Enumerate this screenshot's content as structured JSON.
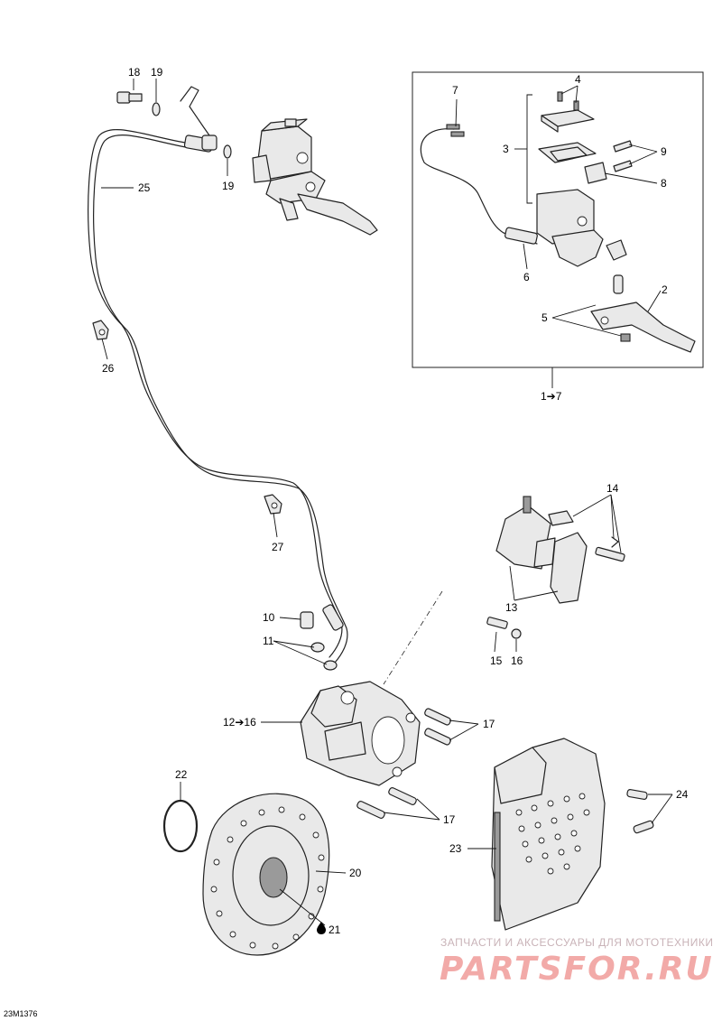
{
  "diagram_code": "23M1376",
  "callouts": {
    "c1_7": "1➔7",
    "c2": "2",
    "c3": "3",
    "c4": "4",
    "c5": "5",
    "c6": "6",
    "c7": "7",
    "c8": "8",
    "c9": "9",
    "c10": "10",
    "c11": "11",
    "c12_16": "12➔16",
    "c13": "13",
    "c14": "14",
    "c15": "15",
    "c16": "16",
    "c17a": "17",
    "c17b": "17",
    "c18": "18",
    "c19a": "19",
    "c19b": "19",
    "c20": "20",
    "c21": "21",
    "c22": "22",
    "c23": "23",
    "c24": "24",
    "c25": "25",
    "c26": "26",
    "c27": "27"
  },
  "watermark": {
    "tagline": "ЗАПЧАСТИ И АКСЕССУАРЫ ДЛЯ МОТОТЕХНИКИ",
    "brand": "PARTSFOR.RU",
    "brand_color": "#f2aaa8"
  }
}
